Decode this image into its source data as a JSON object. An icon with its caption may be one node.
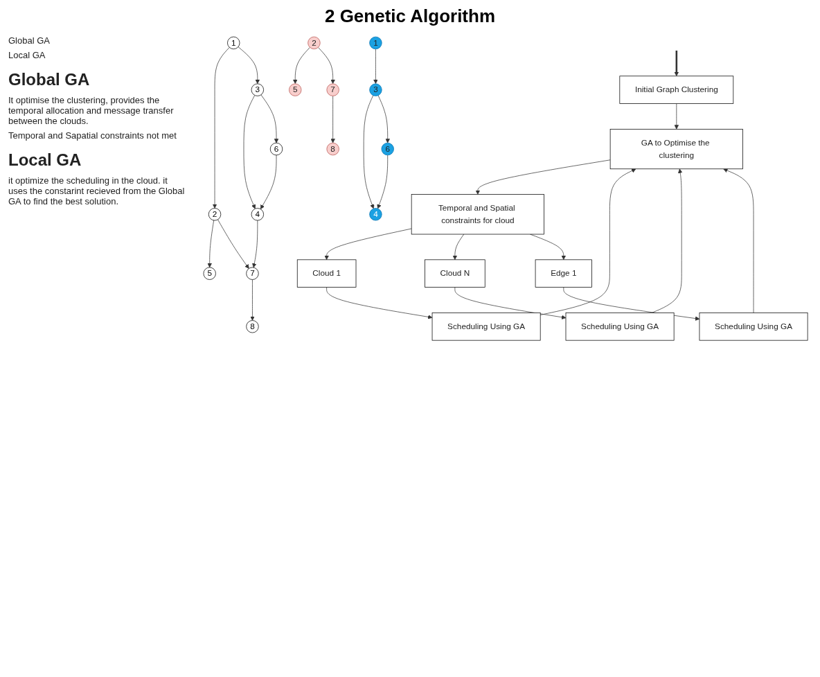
{
  "diagram": {
    "title": "2 Genetic Algorithm",
    "nodes": [
      {
        "text": [
          "1"
        ]
      },
      {
        "text": [
          "2"
        ]
      },
      {
        "text": [
          "3"
        ]
      },
      {
        "text": [
          "4"
        ]
      },
      {
        "text": [
          "6"
        ]
      },
      {
        "text": [
          "5"
        ]
      },
      {
        "text": [
          "7"
        ]
      },
      {
        "text": [
          "8"
        ]
      },
      {
        "text": [
          "Initial Graph Clustering"
        ]
      },
      {
        "text": [
          "GA to Optimise the clustering"
        ]
      },
      {
        "text": [
          "Temporal and Spatial constraints for cloud"
        ]
      },
      {
        "text": [
          "Cloud 1"
        ]
      },
      {
        "text": [
          "Cloud N"
        ]
      },
      {
        "text": [
          "Edge 1"
        ]
      },
      {
        "text": [
          "Scheduling Using GA"
        ]
      },
      {
        "text": [
          "Scheduling Using GA"
        ]
      },
      {
        "text": [
          "Scheduling Using GA"
        ]
      },
      {
        "text": [
          "2"
        ]
      },
      {
        "text": [
          "5"
        ]
      },
      {
        "text": [
          "7"
        ]
      },
      {
        "text": [
          "8"
        ]
      },
      {
        "text": [
          "1"
        ]
      },
      {
        "text": [
          "3"
        ]
      },
      {
        "text": [
          "4"
        ]
      },
      {
        "text": [
          "6"
        ]
      }
    ],
    "edges": [
      {
        "from": 0,
        "to": 1,
        "arrow": "to"
      },
      {
        "from": 0,
        "to": 2,
        "arrow": "to"
      },
      {
        "from": 1,
        "to": 5,
        "arrow": "to"
      },
      {
        "from": 1,
        "to": 6,
        "arrow": "to"
      },
      {
        "from": 2,
        "to": 3,
        "arrow": "to"
      },
      {
        "from": 2,
        "to": 4,
        "arrow": "to"
      },
      {
        "from": 4,
        "to": 3,
        "arrow": "to"
      },
      {
        "from": 3,
        "to": 6,
        "arrow": "to"
      },
      {
        "from": 6,
        "to": 7,
        "arrow": "to"
      },
      {
        "from": null,
        "to": 8,
        "arrow": "to",
        "style": "thick"
      },
      {
        "from": 8,
        "to": 9,
        "arrow": "to"
      },
      {
        "from": 9,
        "to": 10,
        "arrow": "to"
      },
      {
        "from": 10,
        "to": 11,
        "arrow": "to"
      },
      {
        "from": 10,
        "to": 12,
        "arrow": "to"
      },
      {
        "from": 10,
        "to": 13,
        "arrow": "to"
      },
      {
        "from": 11,
        "to": 14,
        "arrow": "to"
      },
      {
        "from": 12,
        "to": 15,
        "arrow": "to"
      },
      {
        "from": 13,
        "to": 16,
        "arrow": "to"
      },
      {
        "from": 14,
        "to": 9,
        "arrow": "to"
      },
      {
        "from": 15,
        "to": 9,
        "arrow": "to"
      },
      {
        "from": 16,
        "to": 9,
        "arrow": "to"
      },
      {
        "from": 17,
        "to": 18,
        "arrow": "to"
      },
      {
        "from": 17,
        "to": 19,
        "arrow": "to"
      },
      {
        "from": 19,
        "to": 20,
        "arrow": "to"
      },
      {
        "from": 21,
        "to": 22,
        "arrow": "to"
      },
      {
        "from": 22,
        "to": 23,
        "arrow": "to"
      },
      {
        "from": 22,
        "to": 24,
        "arrow": "to"
      },
      {
        "from": 24,
        "to": 23,
        "arrow": "to"
      }
    ],
    "labels": [
      "Global GA",
      "Local GA",
      "Global GA",
      "It optimise the clustering, provides the temporal allocation and message transfer between the clouds.",
      "Temporal and Sapatial constraints not met",
      "Local GA",
      "it optimize the scheduling in the cloud. it uses the constarint recieved from the Global GA to find the best solution."
    ]
  }
}
